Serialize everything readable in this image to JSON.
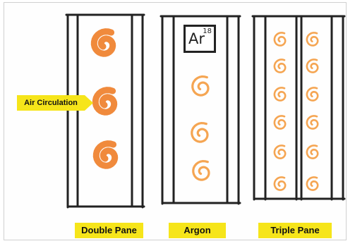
{
  "panels": [
    {
      "id": "double",
      "label": "Double Pane"
    },
    {
      "id": "argon",
      "label": "Argon"
    },
    {
      "id": "triple",
      "label": "Triple Pane"
    }
  ],
  "callout": {
    "text": "Air Circulation"
  },
  "argon_box": {
    "symbol": "Ar",
    "atomic_number": "18"
  },
  "colors": {
    "glass_line": "#222222",
    "swirl": "#f08a3c",
    "swirl_light": "#f5a552",
    "label_bg": "#f6e51a"
  },
  "icons": {
    "swirl": "air-swirl-icon"
  }
}
